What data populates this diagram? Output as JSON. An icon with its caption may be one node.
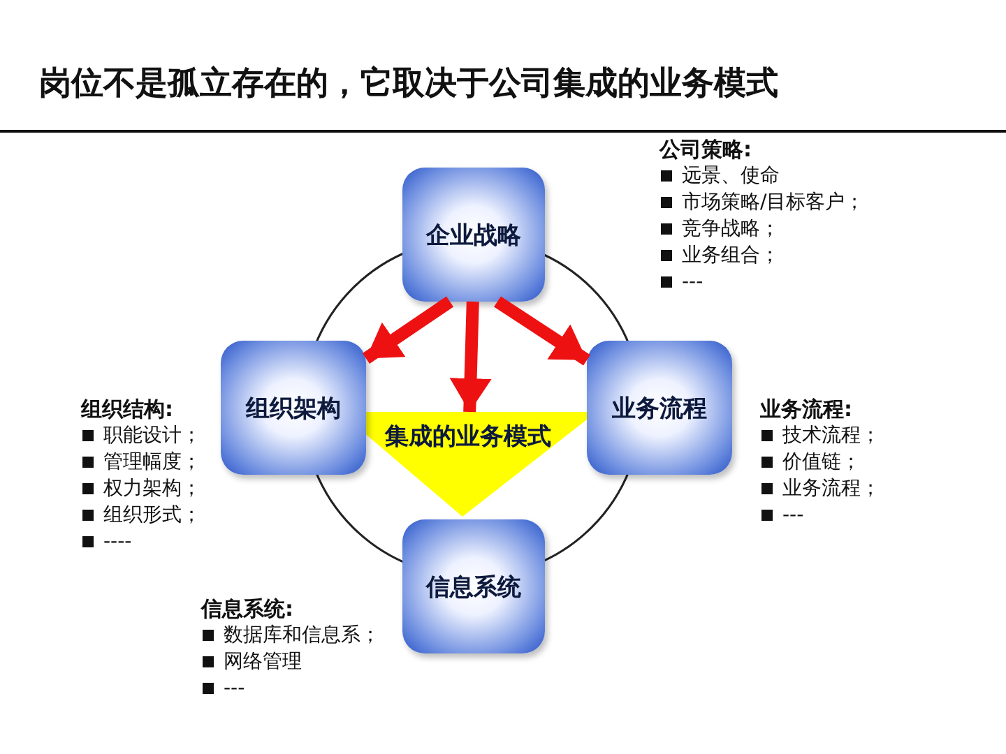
{
  "diagram": {
    "title": "岗位不是孤立存在的，它取决于公司集成的业务模式",
    "nodes": [
      {
        "text": [
          "企业战略"
        ]
      },
      {
        "text": [
          "组织架构"
        ]
      },
      {
        "text": [
          "集成的业务模式"
        ]
      },
      {
        "text": [
          "业务流程"
        ]
      },
      {
        "text": [
          "信息系统"
        ]
      }
    ],
    "edges": [
      {
        "from": 0,
        "to": 1,
        "arrow": "to"
      },
      {
        "from": 0,
        "to": 2,
        "arrow": "to"
      },
      {
        "from": 0,
        "to": 3,
        "arrow": "to"
      }
    ],
    "labels": [
      "公司策略:",
      "远景、使命",
      "市场策略/目标客户；",
      "竞争战略；",
      "业务组合；",
      "---",
      "组织结构:",
      "职能设计；",
      "管理幅度；",
      "权力架构；",
      "组织形式；",
      "----",
      "业务流程:",
      "技术流程；",
      "价值链；",
      "业务流程；",
      "---",
      "信息系统:",
      "数据库和信息系；",
      "网络管理",
      "---"
    ]
  }
}
